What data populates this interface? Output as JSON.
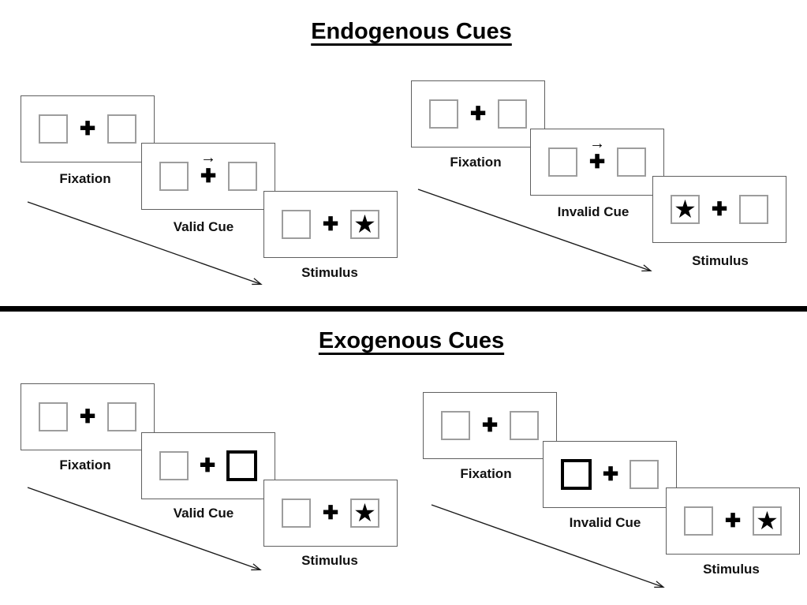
{
  "page": {
    "background": "#ffffff"
  },
  "colors": {
    "ink": "#000000",
    "panel_border": "#5f5f5f",
    "box_border": "#9d9d9d",
    "divider": "#000000"
  },
  "glyphs": {
    "plus": "✚",
    "star": "★",
    "cue_arrow": "→"
  },
  "sections": [
    {
      "title": "Endogenous Cues",
      "groups": [
        {
          "steps": [
            {
              "label": "Fixation"
            },
            {
              "label": "Valid Cue"
            },
            {
              "label": "Stimulus"
            }
          ]
        },
        {
          "steps": [
            {
              "label": "Fixation"
            },
            {
              "label": "Invalid Cue"
            },
            {
              "label": "Stimulus"
            }
          ]
        }
      ]
    },
    {
      "title": "Exogenous Cues",
      "groups": [
        {
          "steps": [
            {
              "label": "Fixation"
            },
            {
              "label": "Valid Cue"
            },
            {
              "label": "Stimulus"
            }
          ]
        },
        {
          "steps": [
            {
              "label": "Fixation"
            },
            {
              "label": "Invalid Cue"
            },
            {
              "label": "Stimulus"
            }
          ]
        }
      ]
    }
  ]
}
